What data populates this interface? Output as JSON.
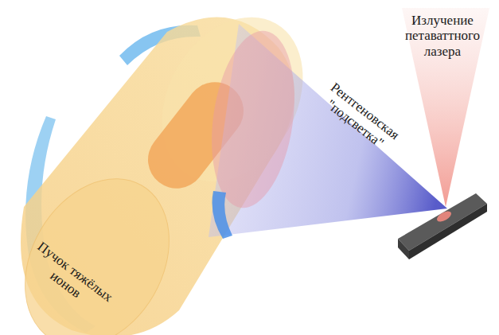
{
  "diagram": {
    "labels": [
      "Излучение петаваттного лазера",
      "Рентгеновская \"подсветка\"",
      "Пучок тяжёлых ионов"
    ]
  }
}
